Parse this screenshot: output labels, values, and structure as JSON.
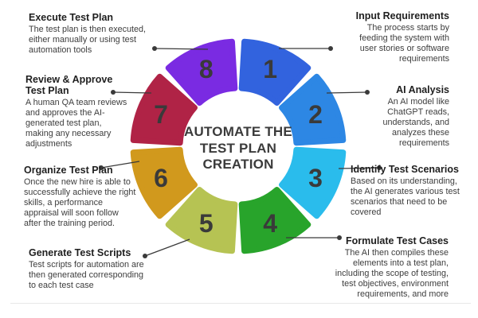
{
  "title": {
    "line1": "AUTOMATE THE",
    "line2": "TEST PLAN",
    "line3": "CREATION"
  },
  "steps": [
    {
      "number": "1",
      "heading": "Input Requirements",
      "description": "The process starts by feeding the system with user stories or software requirements",
      "color": "#3263DE"
    },
    {
      "number": "2",
      "heading": "AI Analysis",
      "description": "An AI model like ChatGPT reads, understands, and analyzes these requirements",
      "color": "#2D87E4"
    },
    {
      "number": "3",
      "heading": "Identify Test Scenarios",
      "description": "Based on its understanding, the AI generates various test scenarios that need to be covered",
      "color": "#2ABCEC"
    },
    {
      "number": "4",
      "heading": "Formulate Test Cases",
      "description": "The AI then compiles these elements into a test plan, including the scope of testing, test objectives, environment requirements, and more",
      "color": "#28A42B"
    },
    {
      "number": "5",
      "heading": "Generate Test Scripts",
      "description": "Test scripts for automation are then generated corresponding to each test case",
      "color": "#B6C353"
    },
    {
      "number": "6",
      "heading": "Organize Test Plan",
      "description": "Once the new hire is able to successfully achieve the right skills, a performance appraisal will soon follow after the training period.",
      "color": "#D1991D"
    },
    {
      "number": "7",
      "heading": "Review & Approve Test Plan",
      "description": "A human QA team reviews and approves the AI-generated test plan, making any necessary adjustments",
      "color": "#B02346"
    },
    {
      "number": "8",
      "heading": "Execute Test Plan",
      "description": "The test plan is then executed, either manually or using test automation tools",
      "color": "#7A2BE2"
    }
  ],
  "colors": {
    "background": "#FFFFFF",
    "number_text": "#3A3A3A",
    "heading_text": "#1F1F1F",
    "body_text": "#3D3D3D",
    "title_text": "#3B3B3B",
    "connector": "#3A3A3A",
    "divider": "#E8E8E8"
  }
}
